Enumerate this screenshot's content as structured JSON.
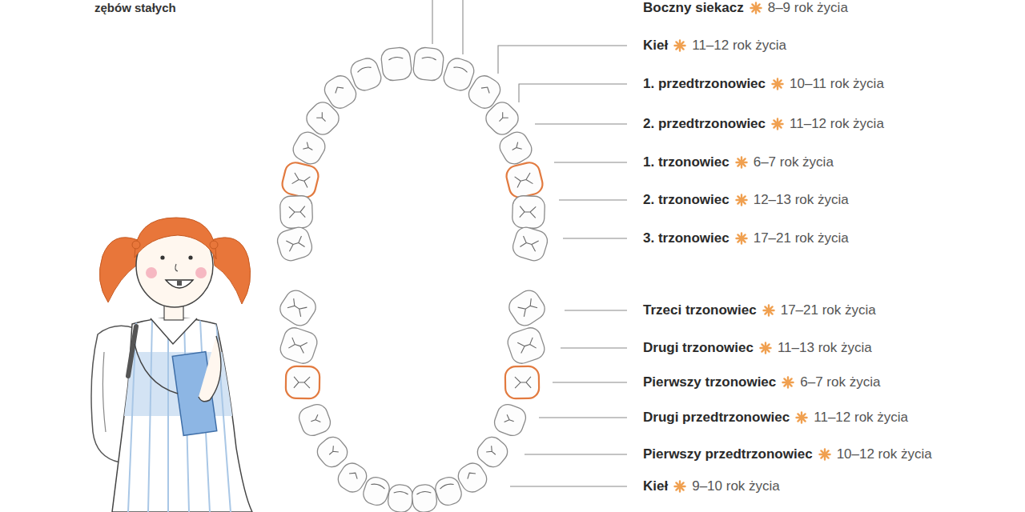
{
  "diagram": {
    "labels": [
      "zębów stałych",
      "Boczny siekacz",
      "8–9 rok życia",
      "Kieł",
      "11–12 rok życia",
      "1. przedtrzonowiec",
      "10–11 rok życia",
      "2. przedtrzonowiec",
      "11–12 rok życia",
      "1. trzonowiec",
      "6–7 rok życia",
      "2. trzonowiec",
      "12–13 rok życia",
      "3. trzonowiec",
      "17–21 rok życia",
      "Trzeci trzonowiec",
      "17–21 rok życia",
      "Drugi trzonowiec",
      "11–13 rok życia",
      "Pierwszy trzonowiec",
      "6–7 rok życia",
      "Drugi przedtrzonowiec",
      "11–12 rok życia",
      "Pierwszy przedtrzonowiec",
      "10–12 rok życia",
      "Kieł",
      "9–10 rok życia"
    ]
  }
}
